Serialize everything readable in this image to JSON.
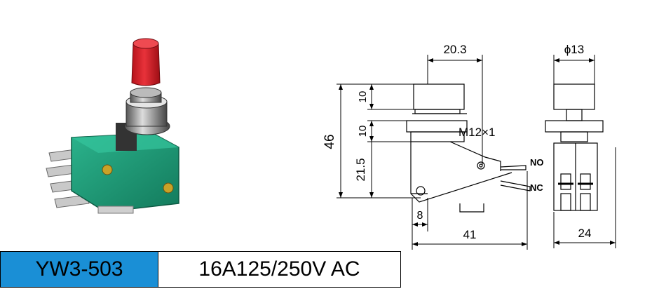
{
  "product": {
    "model": "YW3-503",
    "rating": "16A125/250V AC"
  },
  "drawing": {
    "dims": {
      "offset": "20.3",
      "diameter": "ϕ13",
      "cap_height": "10",
      "total_height": "46",
      "nut_height": "10",
      "body_height": "21.5",
      "thread": "M12×1",
      "lead": "8",
      "length": "41",
      "width": "24"
    },
    "terminals": {
      "normally_open": "NO",
      "normally_closed": "NC"
    }
  },
  "colors": {
    "label_bg": "#1a8fd6",
    "body_green": "#1f9b78",
    "cap_red": "#d8202a"
  }
}
